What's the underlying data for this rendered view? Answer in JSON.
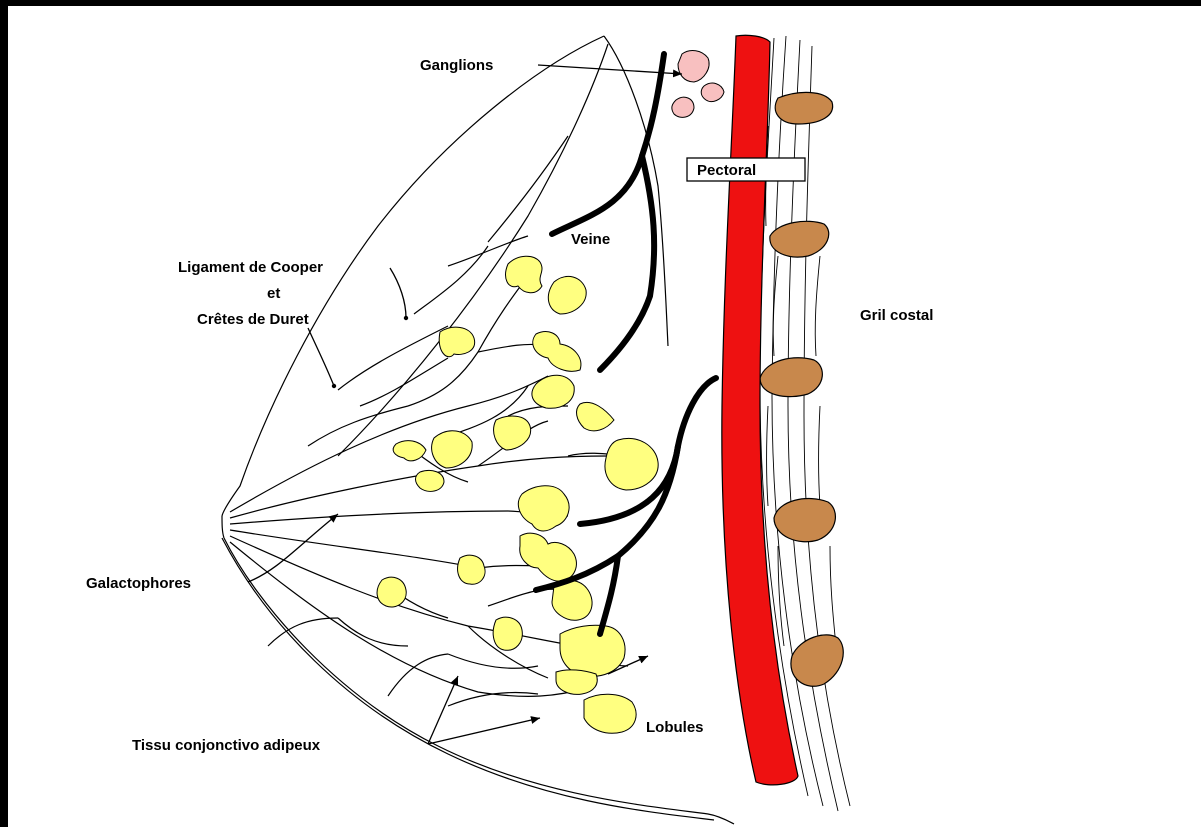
{
  "labels": {
    "ganglions": "Ganglions",
    "pectoral": "Pectoral",
    "veine": "Veine",
    "ligament_line1": "Ligament de Cooper",
    "ligament_line2": "et",
    "ligament_line3": "Crêtes de Duret",
    "gril_costal": "Gril costal",
    "galactophores": "Galactophores",
    "lobules": "Lobules",
    "tissu": "Tissu conjonctivo adipeux"
  },
  "colors": {
    "lobules": "#ffff80",
    "ganglions": "#f8c0c0",
    "pectoral": "#ee1111",
    "ribs": "#c8884c",
    "vessels": "#000000"
  }
}
